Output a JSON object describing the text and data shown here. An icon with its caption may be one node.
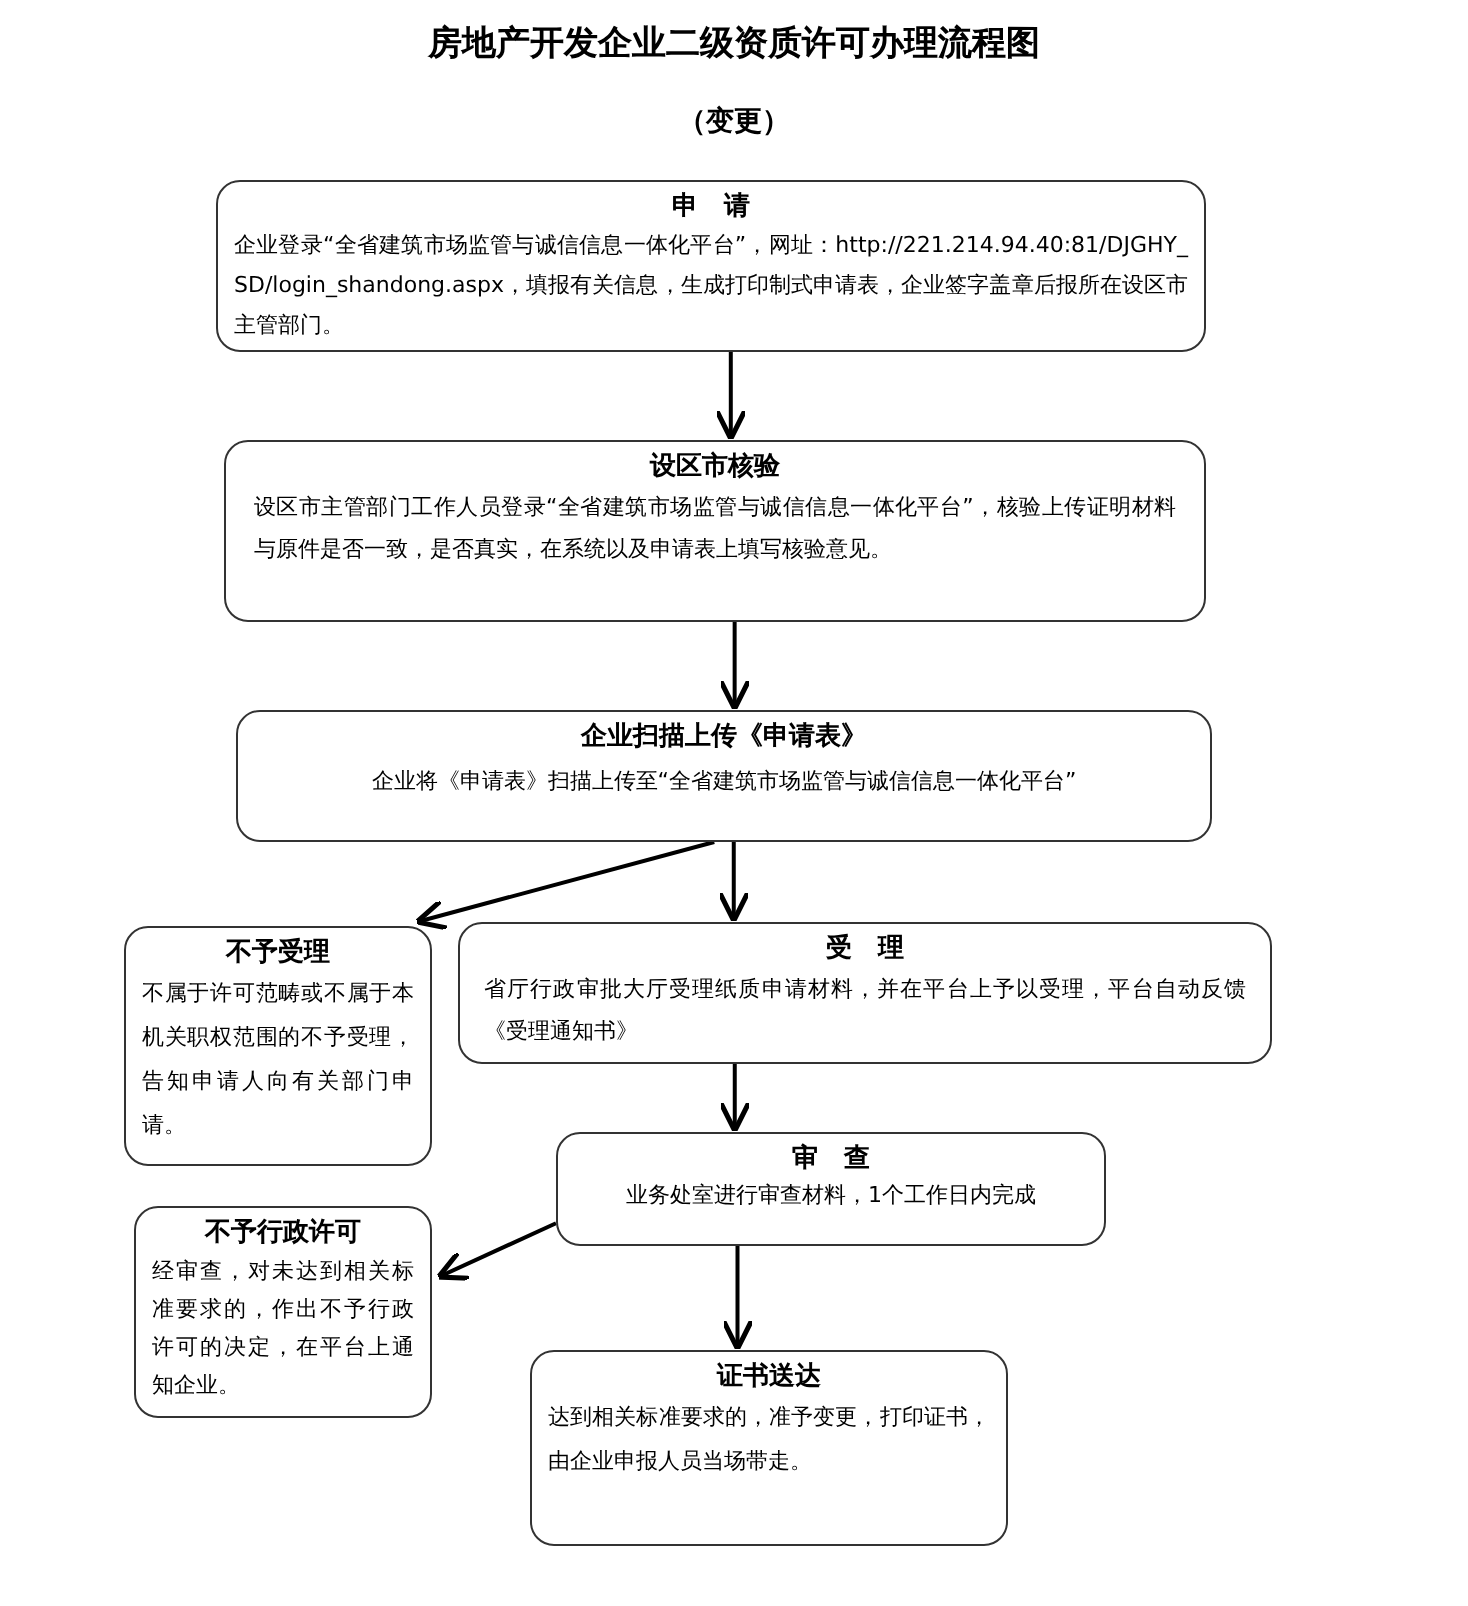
{
  "diagram": {
    "title": "房地产开发企业二级资质许可办理流程图",
    "nodes": [
      {
        "text": [
          "申　请",
          "企业登录“全省建筑市场监管与诚信信息一体化平台”，网址：http://221.214.94.40:81/DJGHY_SD/login_shandong.aspx，填报有关信息，生成打印制式申请表，企业签字盖章后报所在设区市主管部门。"
        ]
      },
      {
        "text": [
          "设区市核验",
          "设区市主管部门工作人员登录“全省建筑市场监管与诚信信息一体化平台”，核验上传证明材料与原件是否一致，是否真实，在系统以及申请表上填写核验意见。"
        ]
      },
      {
        "text": [
          "企业扫描上传《申请表》",
          "企业将《申请表》扫描上传至“全省建筑市场监管与诚信信息一体化平台”"
        ]
      },
      {
        "text": [
          "不予受理",
          "不属于许可范畴或不属于本机关职权范围的不予受理，告知申请人向有关部门申请。"
        ]
      },
      {
        "text": [
          "受　理",
          "省厅行政审批大厅受理纸质申请材料，并在平台上予以受理，平台自动反馈《受理通知书》"
        ]
      },
      {
        "text": [
          "审　查",
          "业务处室进行审查材料，1个工作日内完成"
        ]
      },
      {
        "text": [
          "不予行政许可",
          "经审查，对未达到相关标准要求的，作出不予行政许可的决定，在平台上通知企业。"
        ]
      },
      {
        "text": [
          "证书送达",
          "达到相关标准要求的，准予变更，打印证书，由企业申报人员当场带走。"
        ]
      }
    ],
    "edges": [
      {
        "from": 0,
        "to": 1,
        "arrow": "to"
      },
      {
        "from": 1,
        "to": 2,
        "arrow": "to"
      },
      {
        "from": 2,
        "to": 3,
        "arrow": "to"
      },
      {
        "from": 2,
        "to": 4,
        "arrow": "to"
      },
      {
        "from": 4,
        "to": 5,
        "arrow": "to"
      },
      {
        "from": 5,
        "to": 6,
        "arrow": "to"
      },
      {
        "from": 5,
        "to": 7,
        "arrow": "to"
      }
    ],
    "labels": [
      "（变更）"
    ]
  }
}
